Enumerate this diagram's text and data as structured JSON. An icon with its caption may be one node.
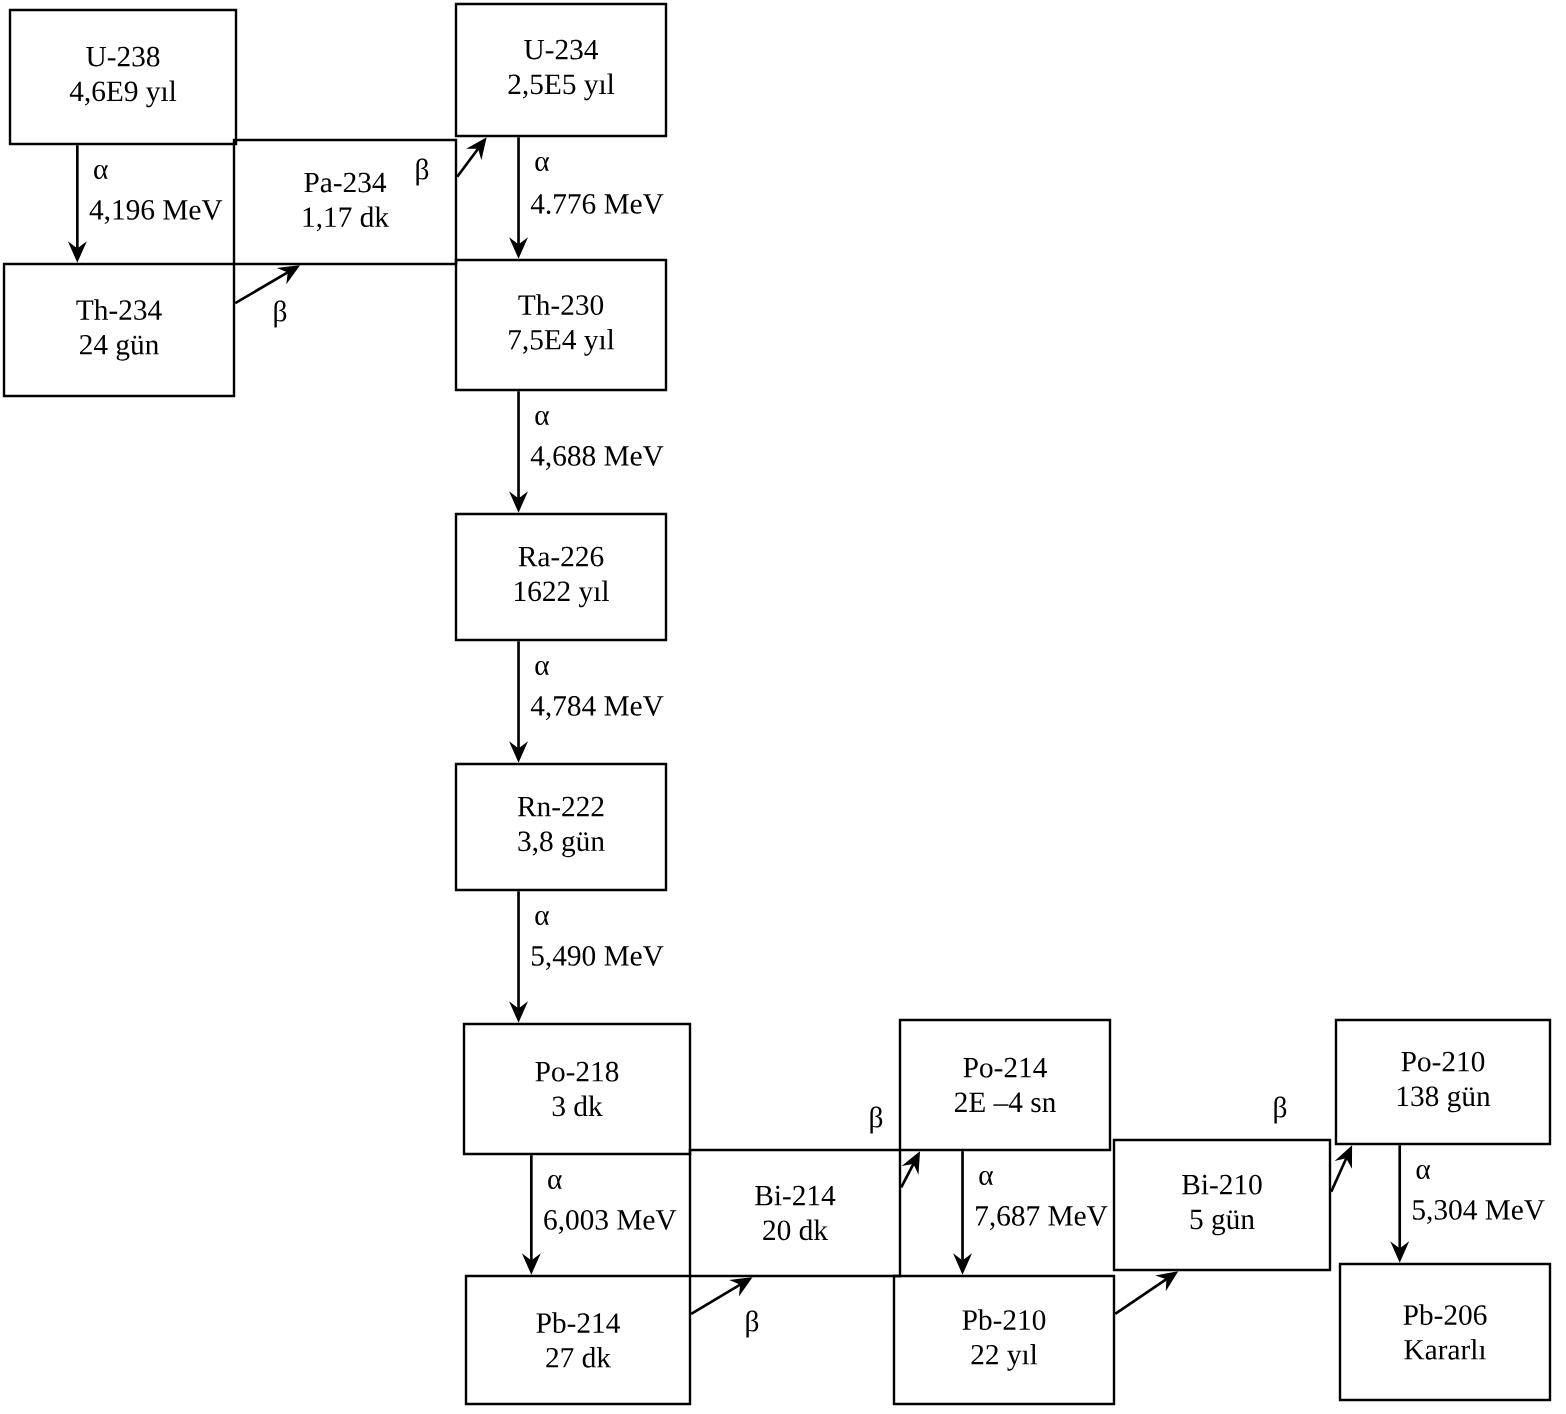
{
  "diagram": {
    "nodes": [
      {
        "text": [
          "U-238",
          "4,6E9 yıl"
        ]
      },
      {
        "text": [
          "Pa-234",
          "1,17 dk"
        ]
      },
      {
        "text": [
          "U-234",
          "2,5E5 yıl"
        ]
      },
      {
        "text": [
          "Th-234",
          "24 gün"
        ]
      },
      {
        "text": [
          "Th-230",
          "7,5E4 yıl"
        ]
      },
      {
        "text": [
          "Ra-226",
          "1622 yıl"
        ]
      },
      {
        "text": [
          "Rn-222",
          "3,8 gün"
        ]
      },
      {
        "text": [
          "Po-218",
          "3 dk"
        ]
      },
      {
        "text": [
          "Bi-214",
          "20 dk"
        ]
      },
      {
        "text": [
          "Po-214",
          "2E –4 sn"
        ]
      },
      {
        "text": [
          "Pb-214",
          "27 dk"
        ]
      },
      {
        "text": [
          "Pb-210",
          "22 yıl"
        ]
      },
      {
        "text": [
          "Bi-210",
          "5 gün"
        ]
      },
      {
        "text": [
          "Po-210",
          "138 gün"
        ]
      },
      {
        "text": [
          "Pb-206",
          "Kararlı"
        ]
      }
    ],
    "edges": [
      {
        "from": 0,
        "to": 3,
        "arrow": "to",
        "label": "α"
      },
      {
        "from": 3,
        "to": 1,
        "arrow": "to",
        "label": "β"
      },
      {
        "from": 1,
        "to": 2,
        "arrow": "to",
        "label": "β"
      },
      {
        "from": 2,
        "to": 4,
        "arrow": "to",
        "label": "α"
      },
      {
        "from": 4,
        "to": 5,
        "arrow": "to",
        "label": "α"
      },
      {
        "from": 5,
        "to": 6,
        "arrow": "to",
        "label": "α"
      },
      {
        "from": 6,
        "to": 7,
        "arrow": "to",
        "label": "α"
      },
      {
        "from": 7,
        "to": 10,
        "arrow": "to",
        "label": "α"
      },
      {
        "from": 10,
        "to": 8,
        "arrow": "to",
        "label": "β"
      },
      {
        "from": 8,
        "to": 9,
        "arrow": "to",
        "label": "β"
      },
      {
        "from": 9,
        "to": 11,
        "arrow": "to",
        "label": "α"
      },
      {
        "from": 11,
        "to": 12,
        "arrow": "to"
      },
      {
        "from": 12,
        "to": 13,
        "arrow": "to",
        "label": "β"
      },
      {
        "from": 13,
        "to": 14,
        "arrow": "to",
        "label": "α"
      }
    ],
    "labels": [
      "4,196 MeV",
      "4.776 MeV",
      "4,688 MeV",
      "4,784 MeV",
      "5,490 MeV",
      "6,003 MeV",
      "7,687 MeV",
      "5,304 MeV"
    ]
  }
}
